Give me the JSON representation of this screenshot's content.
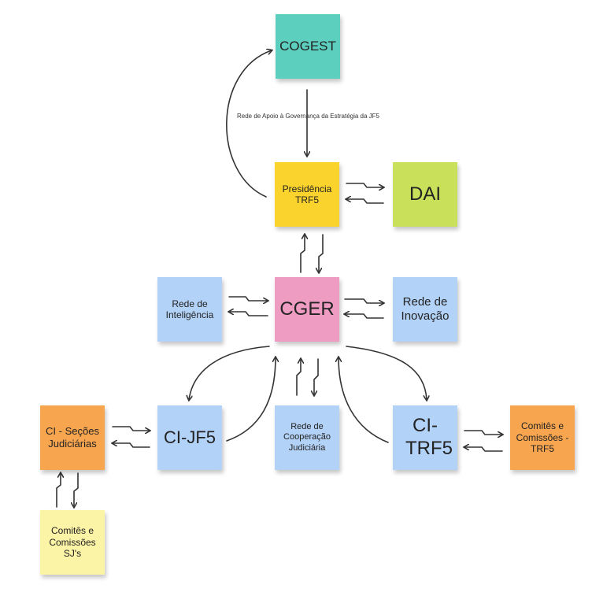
{
  "nodes": {
    "cogest": {
      "label": "COGEST",
      "color": "#5ccfbe"
    },
    "presidencia": {
      "label": "Presidência TRF5",
      "color": "#fad32d"
    },
    "dai": {
      "label": "DAI",
      "color": "#c8e05a"
    },
    "cger": {
      "label": "CGER",
      "color": "#ef9cc2"
    },
    "rede_inteligencia": {
      "label": "Rede de Inteligência",
      "color": "#b3d2f7"
    },
    "rede_inovacao": {
      "label": "Rede de Inovação",
      "color": "#b3d2f7"
    },
    "ci_jf5": {
      "label": "CI-JF5",
      "color": "#b3d2f7"
    },
    "rede_cooperacao": {
      "label": "Rede de Cooperação Judiciária",
      "color": "#b3d2f7"
    },
    "ci_trf5": {
      "label": "CI-TRF5",
      "color": "#b3d2f7"
    },
    "ci_secoes": {
      "label": "CI - Seções Judiciárias",
      "color": "#f8a550"
    },
    "comites_trf5": {
      "label": "Comitês e Comissões - TRF5",
      "color": "#f8a550"
    },
    "comites_sjs": {
      "label": "Comitês e Comissões SJ's",
      "color": "#fbf3a5"
    }
  },
  "edges": {
    "apoio_label": "Rede de Apoio à Governança da Estratégia da JF5"
  }
}
